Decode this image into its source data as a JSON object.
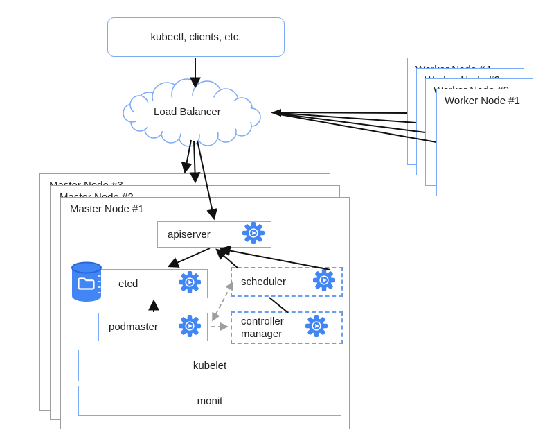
{
  "clients_box": {
    "label": "kubectl, clients, etc."
  },
  "load_balancer": {
    "label": "Load Balancer"
  },
  "worker_stack": {
    "front_label": "Worker Node #1",
    "behind_labels": [
      "Worker Node #4",
      "Worker Node #3",
      "Worker Node #2"
    ]
  },
  "master_stack": {
    "front_label": "Master Node #1",
    "behind_labels": [
      "Master Node #3",
      "Master Node #2"
    ]
  },
  "components": {
    "apiserver": {
      "label": "apiserver",
      "icon": "gear-icon"
    },
    "etcd": {
      "label": "etcd",
      "icon": "gear-icon",
      "side_icon": "database-folder-icon"
    },
    "scheduler": {
      "label": "scheduler",
      "icon": "gear-icon",
      "border": "dashed"
    },
    "podmaster": {
      "label": "podmaster",
      "icon": "gear-icon"
    },
    "controller_manager": {
      "label": "controller manager",
      "icon": "gear-icon",
      "border": "dashed"
    },
    "kubelet": {
      "label": "kubelet"
    },
    "monit": {
      "label": "monit"
    }
  },
  "colors": {
    "accent_blue": "#4285f4",
    "box_border_blue": "#7baaf7",
    "dashed_border_blue": "#6d9eeb",
    "stack_border_gray": "#9e9e9e",
    "arrow_black": "#111111",
    "arrow_gray": "#9e9e9e",
    "text": "#212121"
  }
}
